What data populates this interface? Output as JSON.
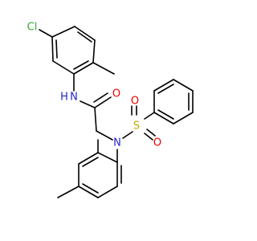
{
  "colors": {
    "bond": "#000000",
    "chlorine": "#33aa33",
    "nitrogen": "#2222cc",
    "oxygen": "#ee0000",
    "sulfur": "#bbaa00",
    "hydrogen_on_n": "#2222cc"
  },
  "atoms": [
    {
      "id": "cl",
      "label": "Cl",
      "color": "chlorine"
    },
    {
      "id": "nh",
      "label": "N",
      "color": "nitrogen"
    },
    {
      "id": "h",
      "label": "H",
      "color": "hydrogen_on_n"
    },
    {
      "id": "o_amide",
      "label": "O",
      "color": "oxygen"
    },
    {
      "id": "n_sulf",
      "label": "N",
      "color": "nitrogen"
    },
    {
      "id": "s",
      "label": "S",
      "color": "sulfur"
    },
    {
      "id": "o_s1",
      "label": "O",
      "color": "oxygen"
    },
    {
      "id": "o_s2",
      "label": "O",
      "color": "oxygen"
    }
  ]
}
